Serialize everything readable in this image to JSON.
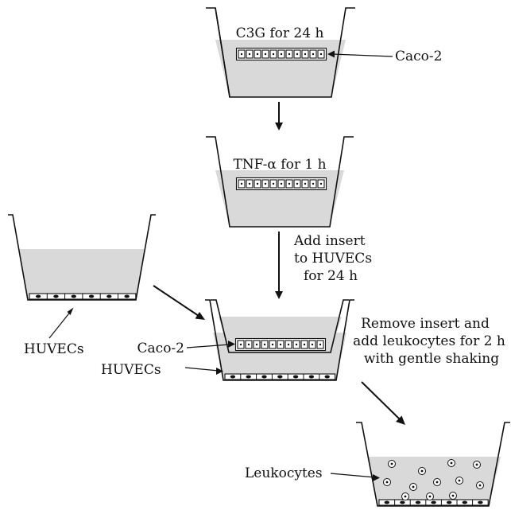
{
  "steps": {
    "top_insert_label": "C3G for 24 h",
    "caco2_label_top": "Caco-2",
    "middle_insert_label": "TNF-α for 1 h",
    "add_insert_text": [
      "Add insert",
      "to HUVECs",
      "for 24 h"
    ],
    "huvecs_left_label": "HUVECs",
    "caco2_label_bottom": "Caco-2",
    "huvecs_bottom_label": "HUVECs",
    "remove_insert_text": [
      "Remove insert and",
      "add leukocytes for 2 h",
      "with gentle shaking"
    ],
    "leukocytes_label": "Leukocytes"
  },
  "colors": {
    "liquid": "#d9d9d9",
    "ink": "#111111",
    "cell_fill": "#ffffff"
  }
}
